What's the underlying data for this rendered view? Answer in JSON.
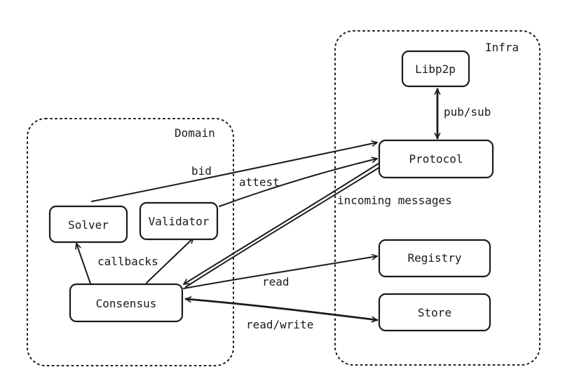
{
  "groups": {
    "domain": {
      "label": "Domain"
    },
    "infra": {
      "label": "Infra"
    }
  },
  "nodes": {
    "solver": "Solver",
    "validator": "Validator",
    "consensus": "Consensus",
    "libp2p": "Libp2p",
    "protocol": "Protocol",
    "registry": "Registry",
    "store": "Store"
  },
  "edges": {
    "bid": "bid",
    "attest": "attest",
    "incoming": "incoming messages",
    "callbacks": "callbacks",
    "read": "read",
    "read_write": "read/write",
    "pub_sub": "pub/sub"
  },
  "colors": {
    "ink": "#1a1a1a",
    "background": "#ffffff"
  }
}
